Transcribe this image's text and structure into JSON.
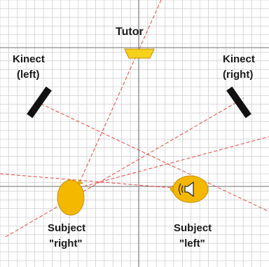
{
  "labels": {
    "tutor": "Tutor",
    "kinect_left_line1": "Kinect",
    "kinect_left_line2": "(left)",
    "kinect_right_line1": "Kinect",
    "kinect_right_line2": "(right)",
    "subject_right_line1": "Subject",
    "subject_right_line2": "\"right\"",
    "subject_left_line1": "Subject",
    "subject_left_line2": "\"left\""
  },
  "colors": {
    "grid": "#cfcfcf",
    "axis": "#8a8a8a",
    "sight_line": "#e8453c",
    "subject_fill": "#f5b800",
    "subject_stroke": "#c98f00",
    "tutor_fill": "#f6d21c",
    "sensor": "#111111"
  },
  "icons": {
    "speaker": "speaker-icon"
  }
}
